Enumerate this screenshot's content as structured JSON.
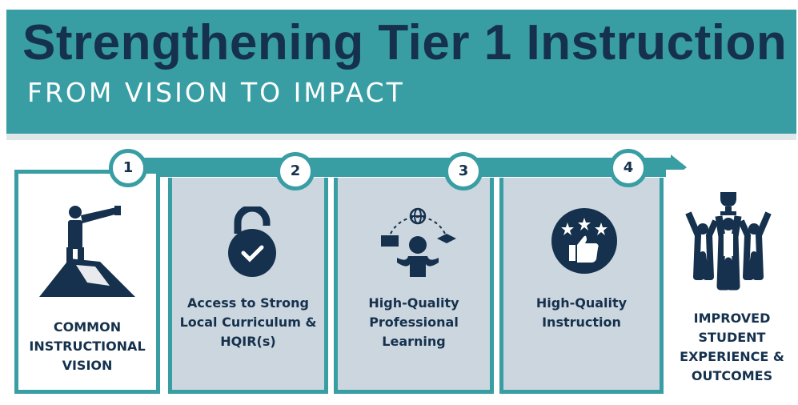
{
  "header": {
    "title": "Strengthening Tier 1 Instruction",
    "subtitle": "FROM VISION TO IMPACT"
  },
  "steps": [
    {
      "number": "1",
      "label": "COMMON INSTRUCTIONAL VISION",
      "icon": "telescope-person-icon"
    },
    {
      "number": "2",
      "label": "Access to Strong Local Curriculum & HQIR(s)",
      "icon": "unlocked-padlock-icon"
    },
    {
      "number": "3",
      "label": "High-Quality Professional Learning",
      "icon": "learner-ideas-icon"
    },
    {
      "number": "4",
      "label": "High-Quality Instruction",
      "icon": "thumbs-up-stars-icon"
    }
  ],
  "outcome": {
    "label": "IMPROVED STUDENT EXPERIENCE & OUTCOMES",
    "icon": "celebrating-students-trophy-icon"
  },
  "colors": {
    "teal": "#389ea4",
    "navy": "#15314d",
    "card_grey": "#ccd6df",
    "white": "#ffffff"
  }
}
